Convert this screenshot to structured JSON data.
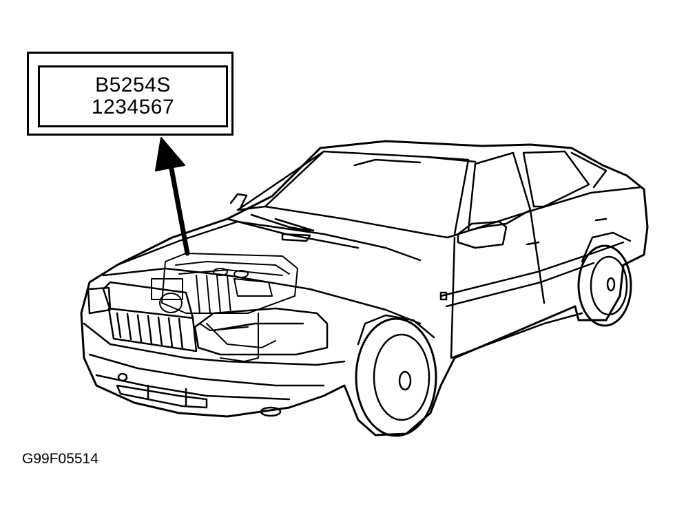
{
  "engine_label": {
    "engine_code": "B5254S",
    "serial_number": "1234567"
  },
  "figure_code": "G99F05514",
  "colors": {
    "line": "#000000",
    "background": "#ffffff"
  }
}
